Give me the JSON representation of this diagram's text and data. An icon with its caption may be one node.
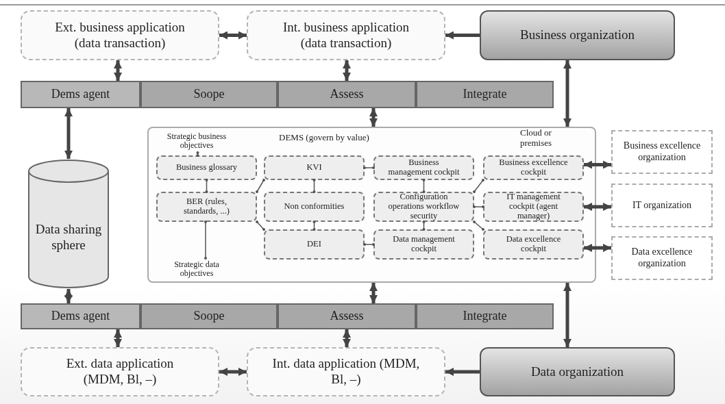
{
  "diagram": {
    "nodes": [
      {
        "text": [
          "Ext. business application (data transaction)"
        ]
      },
      {
        "text": [
          "Int. business application (data transaction)"
        ]
      },
      {
        "text": [
          "Business organization"
        ]
      },
      {
        "text": [
          "Dems agent"
        ]
      },
      {
        "text": [
          "Soope"
        ]
      },
      {
        "text": [
          "Assess"
        ]
      },
      {
        "text": [
          "Integrate"
        ]
      },
      {
        "text": [
          "Data sharing sphere"
        ]
      },
      {
        "text": [
          "DEMS (govern by value)"
        ]
      },
      {
        "text": [
          "Strategic business objectives"
        ],
        "in": 8
      },
      {
        "text": [
          "Business glossary"
        ],
        "in": 8
      },
      {
        "text": [
          "KVI"
        ],
        "in": 8
      },
      {
        "text": [
          "Business management cockpit"
        ],
        "in": 8
      },
      {
        "text": [
          "Business excellence cockpit"
        ],
        "in": 8
      },
      {
        "text": [
          "BER (rules, standards, ...)"
        ],
        "in": 8
      },
      {
        "text": [
          "Non conformities"
        ],
        "in": 8
      },
      {
        "text": [
          "Configuration operations workflow security"
        ],
        "in": 8
      },
      {
        "text": [
          "IT management cockpit (agent manager)"
        ],
        "in": 8
      },
      {
        "text": [
          "DEI"
        ],
        "in": 8
      },
      {
        "text": [
          "Data management cockpit"
        ],
        "in": 8
      },
      {
        "text": [
          "Data excellence cockpit"
        ],
        "in": 8
      },
      {
        "text": [
          "Strategic data objectives"
        ],
        "in": 8
      },
      {
        "text": [
          "Business excellence organization"
        ]
      },
      {
        "text": [
          "IT organization"
        ]
      },
      {
        "text": [
          "Data excellence organization"
        ]
      },
      {
        "text": [
          "Dems agent"
        ]
      },
      {
        "text": [
          "Soope"
        ]
      },
      {
        "text": [
          "Assess"
        ]
      },
      {
        "text": [
          "Integrate"
        ]
      },
      {
        "text": [
          "Ext. data application (MDM, Bl, –)"
        ]
      },
      {
        "text": [
          "Int. data application (MDM, Bl, –)"
        ]
      },
      {
        "text": [
          "Data organization"
        ]
      }
    ],
    "edges": [
      {
        "from": 0,
        "to": 1,
        "arrow": "both"
      },
      {
        "from": 2,
        "to": 1,
        "arrow": "to"
      },
      {
        "from": 0,
        "to": 3,
        "arrow": "both"
      },
      {
        "from": 1,
        "to": 5,
        "arrow": "both"
      },
      {
        "from": 2,
        "to": 8,
        "arrow": "both"
      },
      {
        "from": 5,
        "to": 8,
        "arrow": "both"
      },
      {
        "from": 3,
        "to": 7,
        "arrow": "both"
      },
      {
        "from": 7,
        "to": 25,
        "arrow": "both"
      },
      {
        "from": 8,
        "to": 27,
        "arrow": "both"
      },
      {
        "from": 31,
        "to": 8,
        "arrow": "both"
      },
      {
        "from": 25,
        "to": 29,
        "arrow": "both"
      },
      {
        "from": 27,
        "to": 30,
        "arrow": "both"
      },
      {
        "from": 29,
        "to": 30,
        "arrow": "both"
      },
      {
        "from": 31,
        "to": 30,
        "arrow": "to"
      },
      {
        "from": 13,
        "to": 22,
        "arrow": "both"
      },
      {
        "from": 17,
        "to": 23,
        "arrow": "both"
      },
      {
        "from": 20,
        "to": 24,
        "arrow": "both"
      },
      {
        "from": 10,
        "to": 9,
        "arrow": "other"
      },
      {
        "from": 10,
        "to": 14,
        "arrow": "other"
      },
      {
        "from": 11,
        "to": 14,
        "arrow": "other"
      },
      {
        "from": 11,
        "to": 15,
        "arrow": "other"
      },
      {
        "from": 11,
        "to": 12,
        "arrow": "other"
      },
      {
        "from": 12,
        "to": 16,
        "arrow": "other"
      },
      {
        "from": 13,
        "to": 16,
        "arrow": "other"
      },
      {
        "from": 16,
        "to": 17,
        "arrow": "other"
      },
      {
        "from": 15,
        "to": 18,
        "arrow": "other"
      },
      {
        "from": 14,
        "to": 18,
        "arrow": "other"
      },
      {
        "from": 18,
        "to": 19,
        "arrow": "other"
      },
      {
        "from": 16,
        "to": 19,
        "arrow": "other"
      },
      {
        "from": 16,
        "to": 20,
        "arrow": "other"
      },
      {
        "from": 14,
        "to": 21,
        "arrow": "other"
      }
    ],
    "labels": [
      "Cloud or premises"
    ]
  }
}
